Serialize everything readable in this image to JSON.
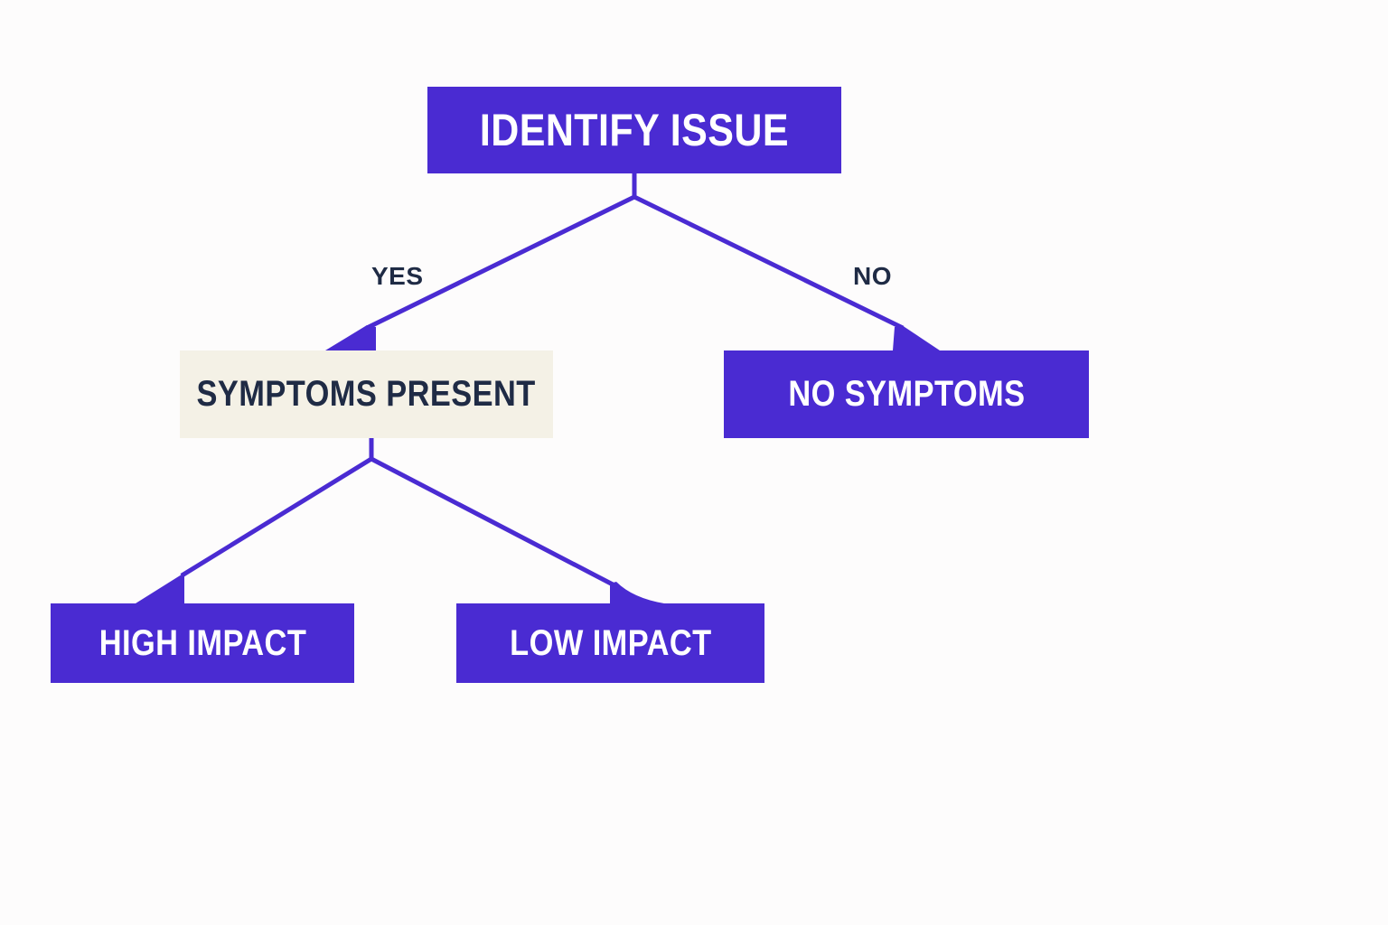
{
  "diagram": {
    "colors": {
      "primary": "#4a2bd2",
      "secondary_fill": "#f4f1e6",
      "dark_text": "#1f2b45",
      "background": "#fdfcfc"
    },
    "nodes": {
      "root": {
        "label": "IDENTIFY ISSUE"
      },
      "yes_branch": {
        "label": "SYMPTOMS PRESENT"
      },
      "no_branch": {
        "label": "NO SYMPTOMS"
      },
      "high": {
        "label": "HIGH IMPACT"
      },
      "low": {
        "label": "LOW IMPACT"
      }
    },
    "edges": {
      "yes_label": "YES",
      "no_label": "NO"
    }
  }
}
